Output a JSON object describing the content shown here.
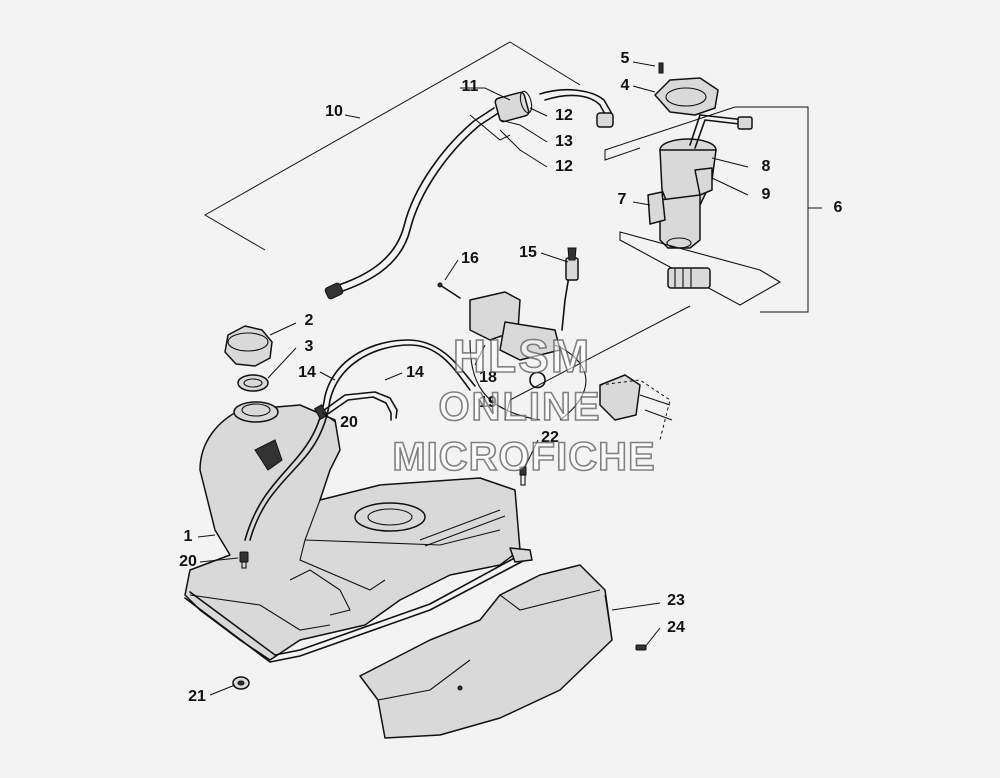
{
  "callouts": [
    {
      "label": "1"
    },
    {
      "label": "2"
    },
    {
      "label": "3"
    },
    {
      "label": "4"
    },
    {
      "label": "5"
    },
    {
      "label": "6"
    },
    {
      "label": "7"
    },
    {
      "label": "8"
    },
    {
      "label": "9"
    },
    {
      "label": "10"
    },
    {
      "label": "11"
    },
    {
      "label": "12"
    },
    {
      "label": "13"
    },
    {
      "label": "12"
    },
    {
      "label": "14"
    },
    {
      "label": "14"
    },
    {
      "label": "15"
    },
    {
      "label": "16"
    },
    {
      "label": "18"
    },
    {
      "label": "19"
    },
    {
      "label": "20"
    },
    {
      "label": "20"
    },
    {
      "label": "21"
    },
    {
      "label": "22"
    },
    {
      "label": "23"
    },
    {
      "label": "24"
    }
  ],
  "watermark": {
    "line1": "HLSM",
    "line2": "ONLINE",
    "line3": "MICROFICHE"
  },
  "colors": {
    "background": "#f3f3f3",
    "ink": "#111111",
    "part_fill": "#d9d9d9"
  }
}
